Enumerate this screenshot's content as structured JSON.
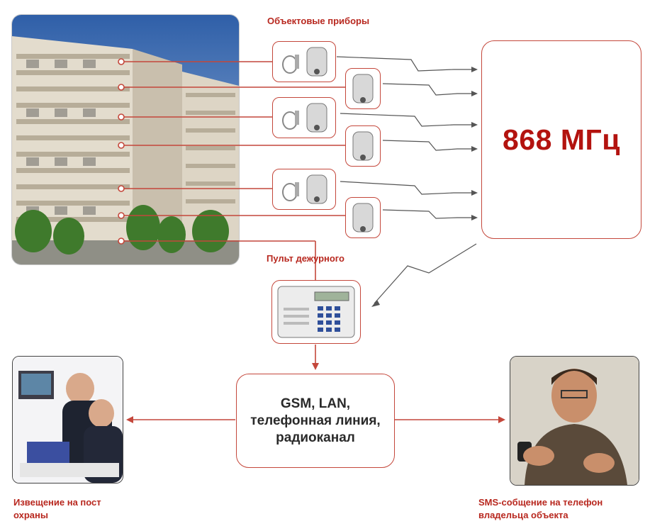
{
  "labels": {
    "object_devices": "Объектовые приборы",
    "operator_console": "Пульт дежурного"
  },
  "frequency": "868 МГц",
  "channels": [
    "GSM, LAN,",
    "телефонная линия,",
    "радиоканал"
  ],
  "captions": {
    "security_post": [
      "Извещение на пост",
      "охраны"
    ],
    "owner_phone": [
      "SMS-собщение на телефон",
      "владельца объекта"
    ]
  },
  "colors": {
    "accent_red": "#c4473b",
    "frequency_text": "#b3130f",
    "label_red": "#b8281f"
  },
  "icons": [
    "building-photo",
    "smoke-detector-icon",
    "key-reader-icon",
    "control-panel-icon",
    "security-post-photo",
    "phone-user-photo"
  ]
}
